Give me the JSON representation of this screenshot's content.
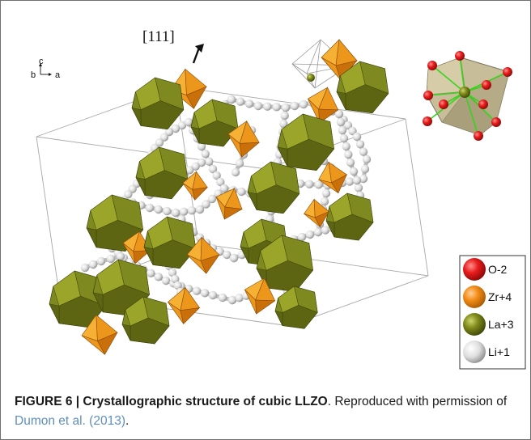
{
  "figure": {
    "miller_index": "[111]",
    "axes": {
      "c": "c",
      "b": "b",
      "a": "a"
    },
    "legend": [
      {
        "label": "O-2",
        "color": "#e81c1c"
      },
      {
        "label": "Zr+4",
        "color": "#f28c16"
      },
      {
        "label": "La+3",
        "color": "#7f8a1a"
      },
      {
        "label": "Li+1",
        "color": "#e3e3e3"
      }
    ],
    "polyhedron_colors": {
      "la_face_light": "#9aa52a",
      "la_face_mid": "#7e8920",
      "la_face_dark": "#5d6512",
      "zr_face_light": "#f6b135",
      "zr_face_mid": "#ec961c",
      "zr_face_dark": "#c9700b",
      "li_sphere": "#e0e0e0",
      "inset_fill": "#c2b894",
      "bond_green": "#39d21e"
    }
  },
  "caption": {
    "label": "FIGURE 6 | Crystallographic structure of cubic LLZO",
    "text_1": ". Reproduced with permission of ",
    "citation": "Dumon et al. (2013)",
    "text_2": "."
  }
}
